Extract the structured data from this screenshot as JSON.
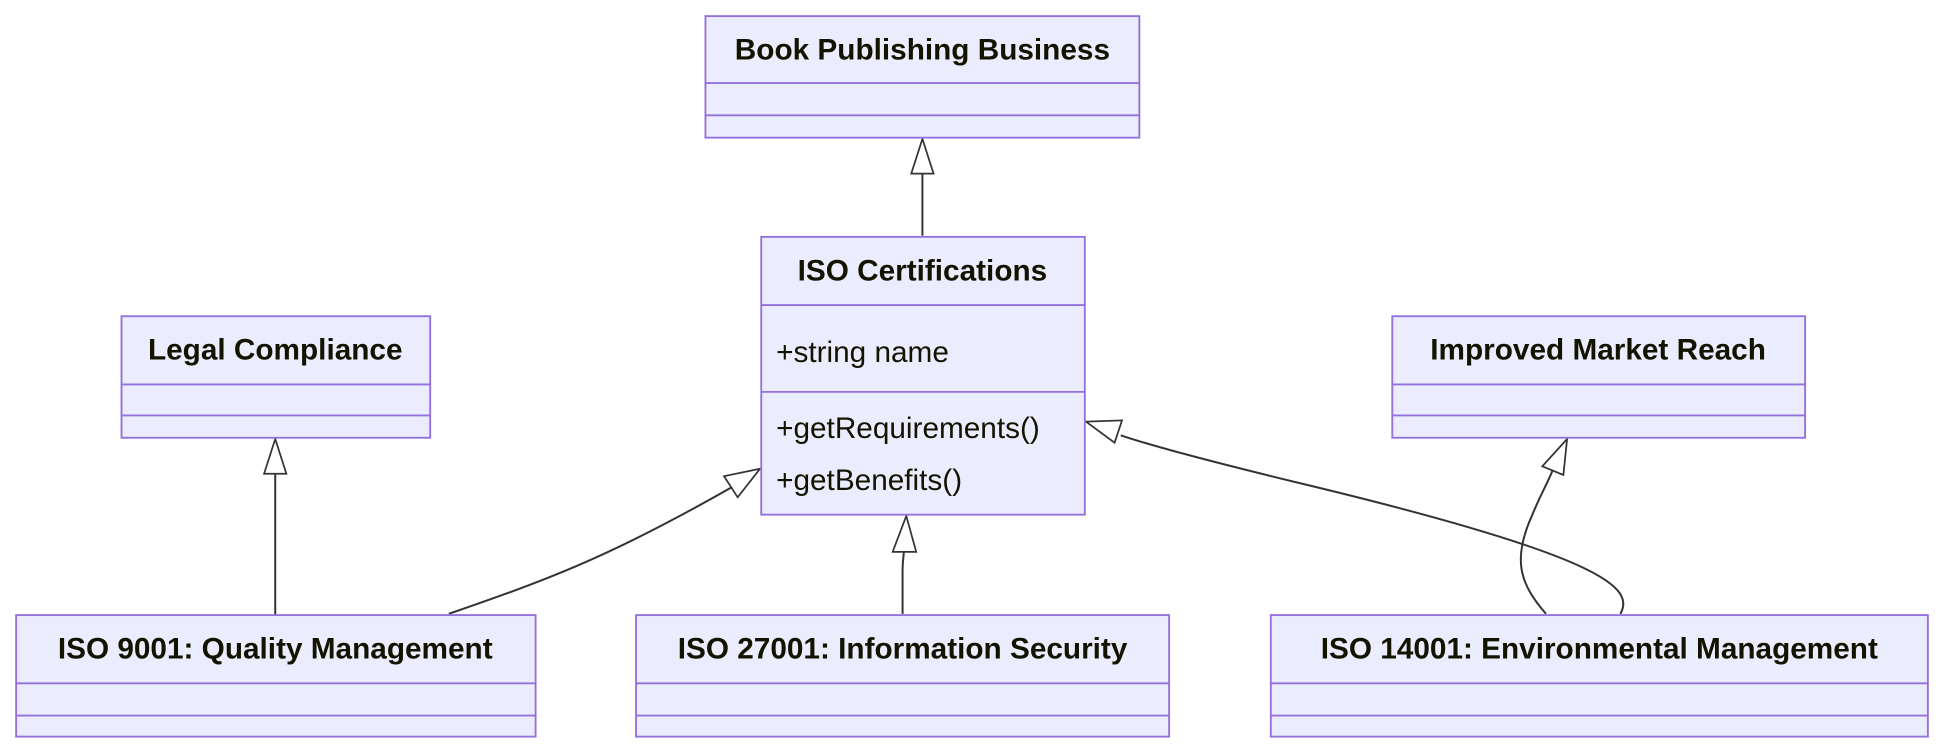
{
  "diagram": {
    "type": "class-diagram",
    "colors": {
      "box_fill": "#ECECFF",
      "box_stroke": "#9370DB",
      "edge": "#333333",
      "text": "#131300"
    },
    "classes": {
      "book": {
        "name": "Book Publishing Business"
      },
      "iso": {
        "name": "ISO Certifications",
        "attributes": [
          "+string name"
        ],
        "methods": [
          "+getRequirements()",
          "+getBenefits()"
        ]
      },
      "legal": {
        "name": "Legal Compliance"
      },
      "market": {
        "name": "Improved Market Reach"
      },
      "iso9001": {
        "name": "ISO 9001: Quality Management"
      },
      "iso27001": {
        "name": "ISO 27001: Information Security"
      },
      "iso14001": {
        "name": "ISO 14001: Environmental Management"
      }
    },
    "relations": [
      {
        "from": "ISO Certifications",
        "to": "Book Publishing Business",
        "type": "inheritance"
      },
      {
        "from": "ISO 9001: Quality Management",
        "to": "ISO Certifications",
        "type": "inheritance"
      },
      {
        "from": "ISO 27001: Information Security",
        "to": "ISO Certifications",
        "type": "inheritance"
      },
      {
        "from": "ISO 14001: Environmental Management",
        "to": "ISO Certifications",
        "type": "inheritance"
      },
      {
        "from": "ISO 9001: Quality Management",
        "to": "Legal Compliance",
        "type": "inheritance"
      },
      {
        "from": "ISO 14001: Environmental Management",
        "to": "Improved Market Reach",
        "type": "inheritance"
      }
    ]
  }
}
